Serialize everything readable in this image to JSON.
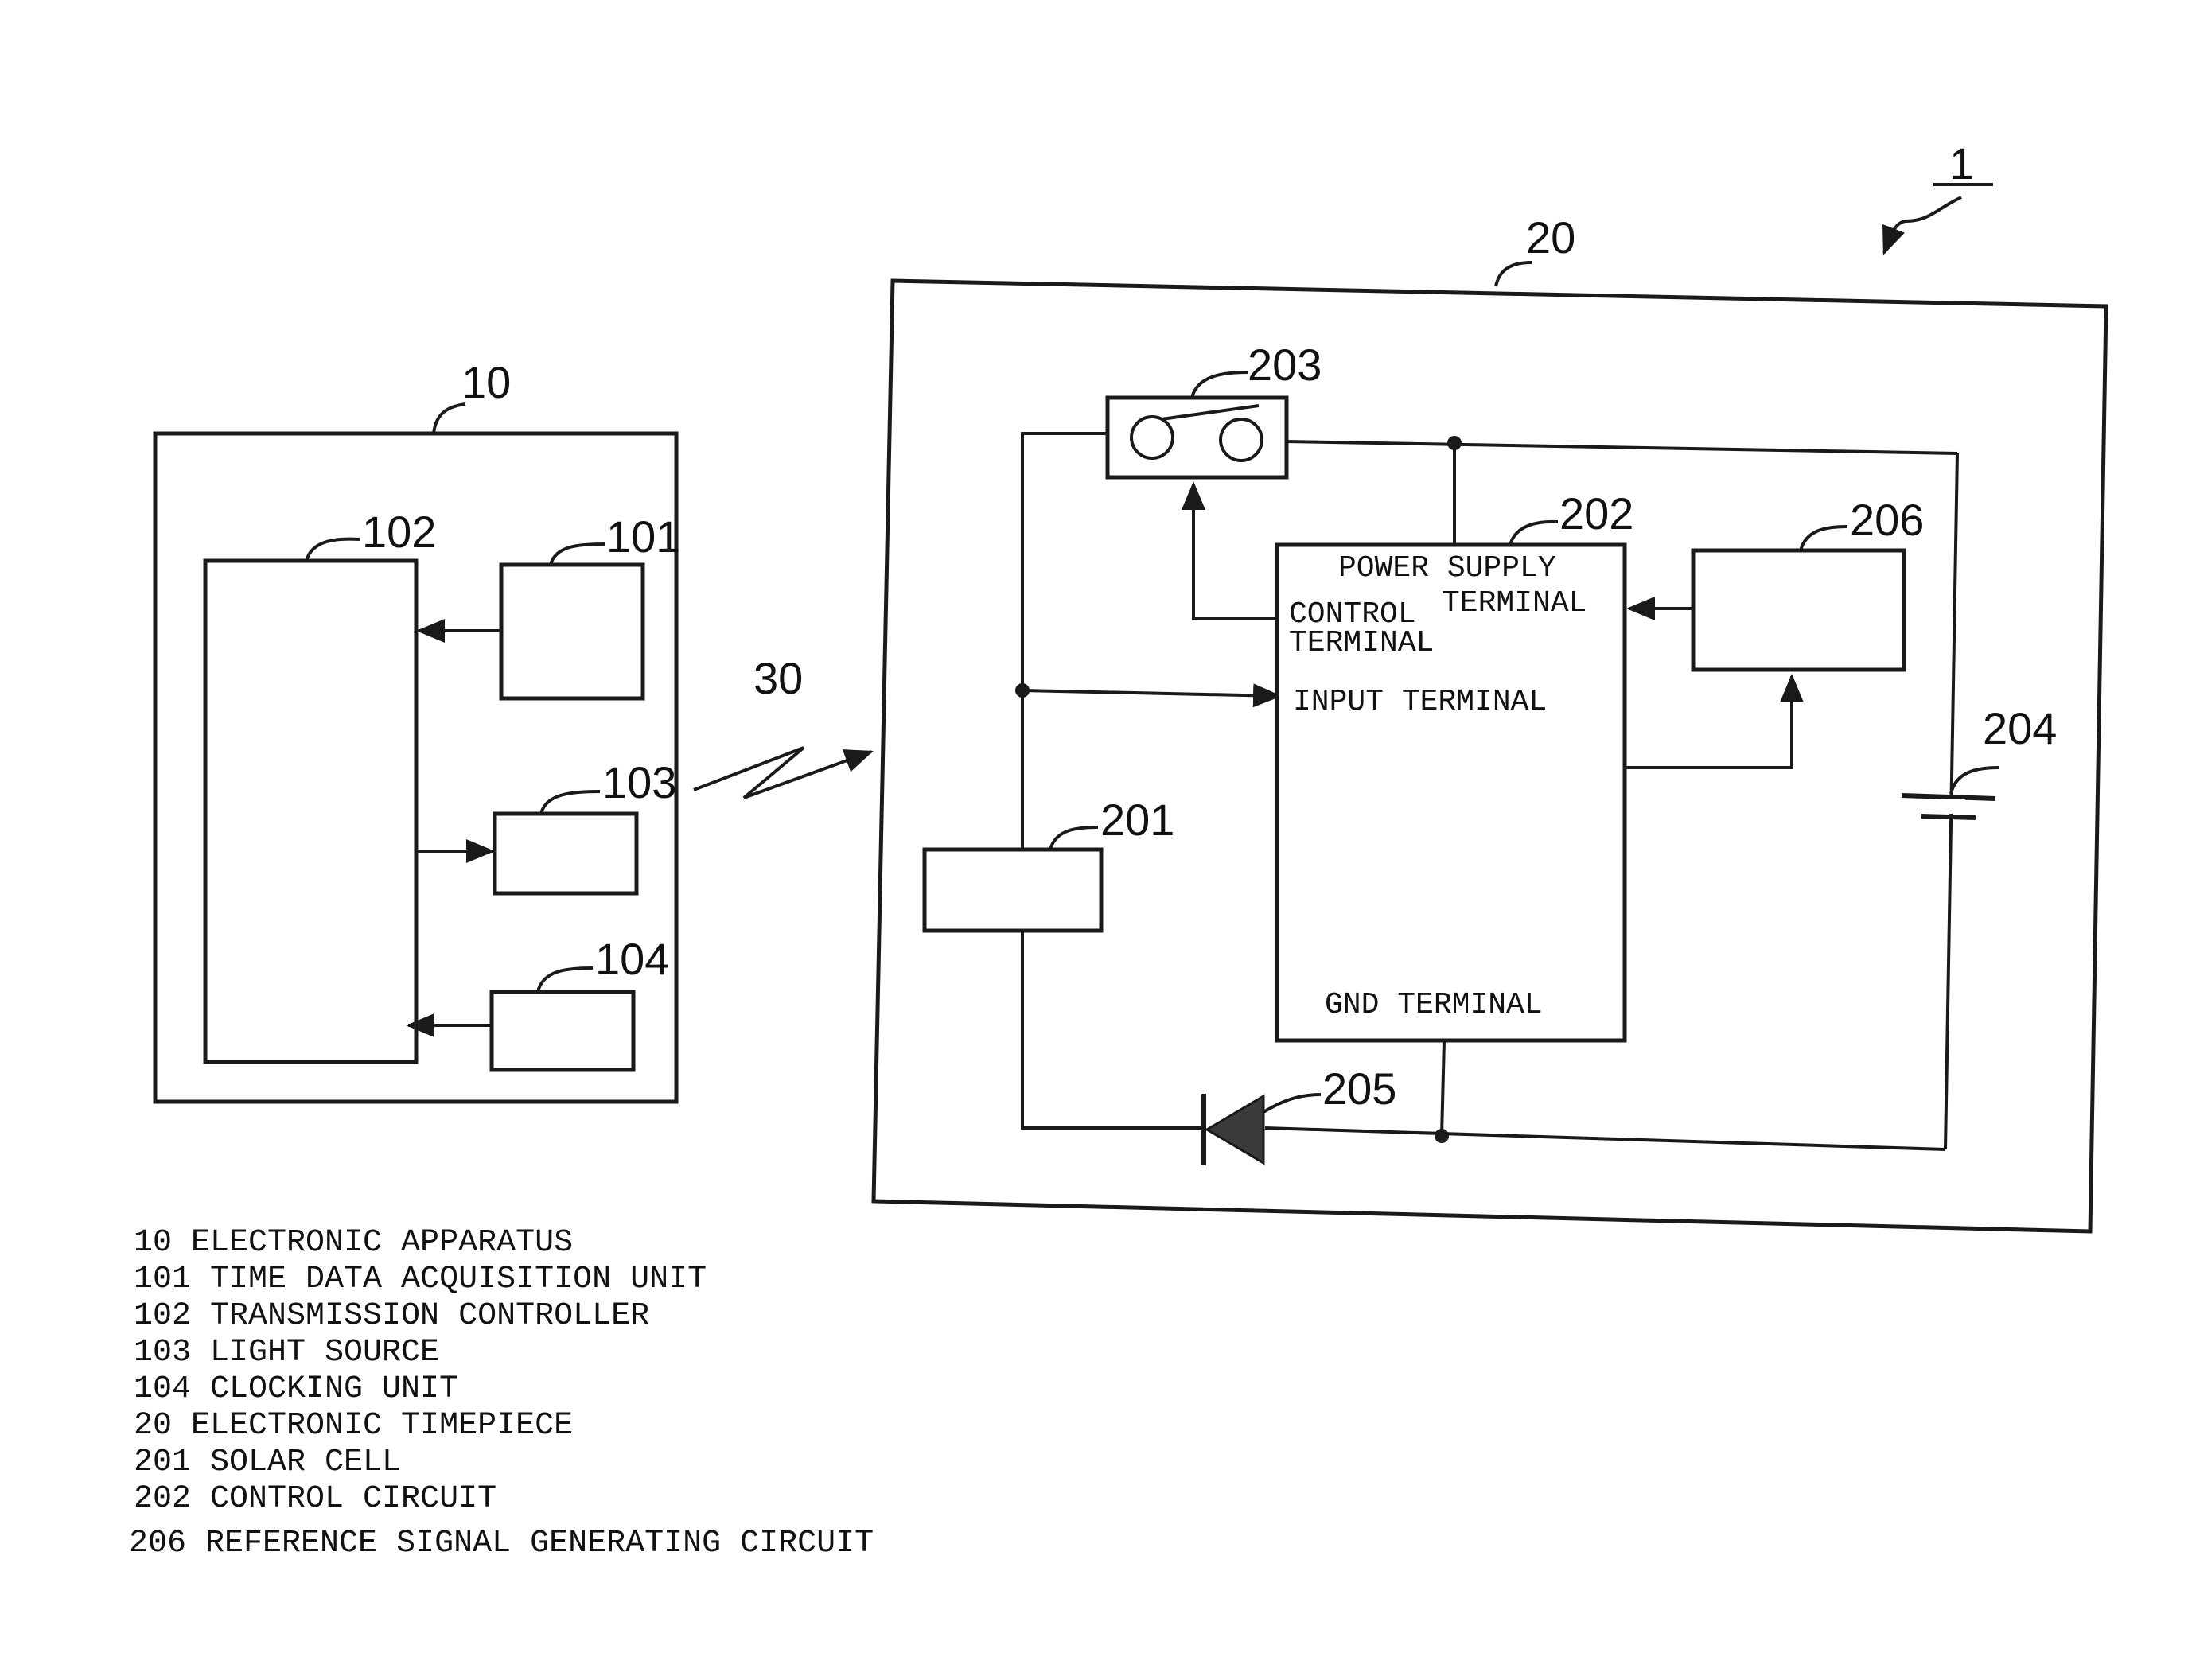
{
  "refs": {
    "system": "1",
    "apparatus": "10",
    "timepiece": "20",
    "link": "30",
    "u101": "101",
    "u102": "102",
    "u103": "103",
    "u104": "104",
    "u201": "201",
    "u202": "202",
    "u203": "203",
    "u204": "204",
    "u205": "205",
    "u206": "206"
  },
  "terminals": {
    "power_supply_1": "POWER SUPPLY",
    "power_supply_2": "TERMINAL",
    "control_1": "CONTROL",
    "control_2": "TERMINAL",
    "input": "INPUT TERMINAL",
    "gnd": "GND TERMINAL"
  },
  "legend": [
    "10 ELECTRONIC APPARATUS",
    "101 TIME DATA ACQUISITION UNIT",
    "102 TRANSMISSION CONTROLLER",
    "103 LIGHT SOURCE",
    "104 CLOCKING UNIT",
    "20 ELECTRONIC TIMEPIECE",
    "201 SOLAR CELL",
    "202 CONTROL CIRCUIT",
    "206 REFERENCE SIGNAL GENERATING CIRCUIT"
  ]
}
